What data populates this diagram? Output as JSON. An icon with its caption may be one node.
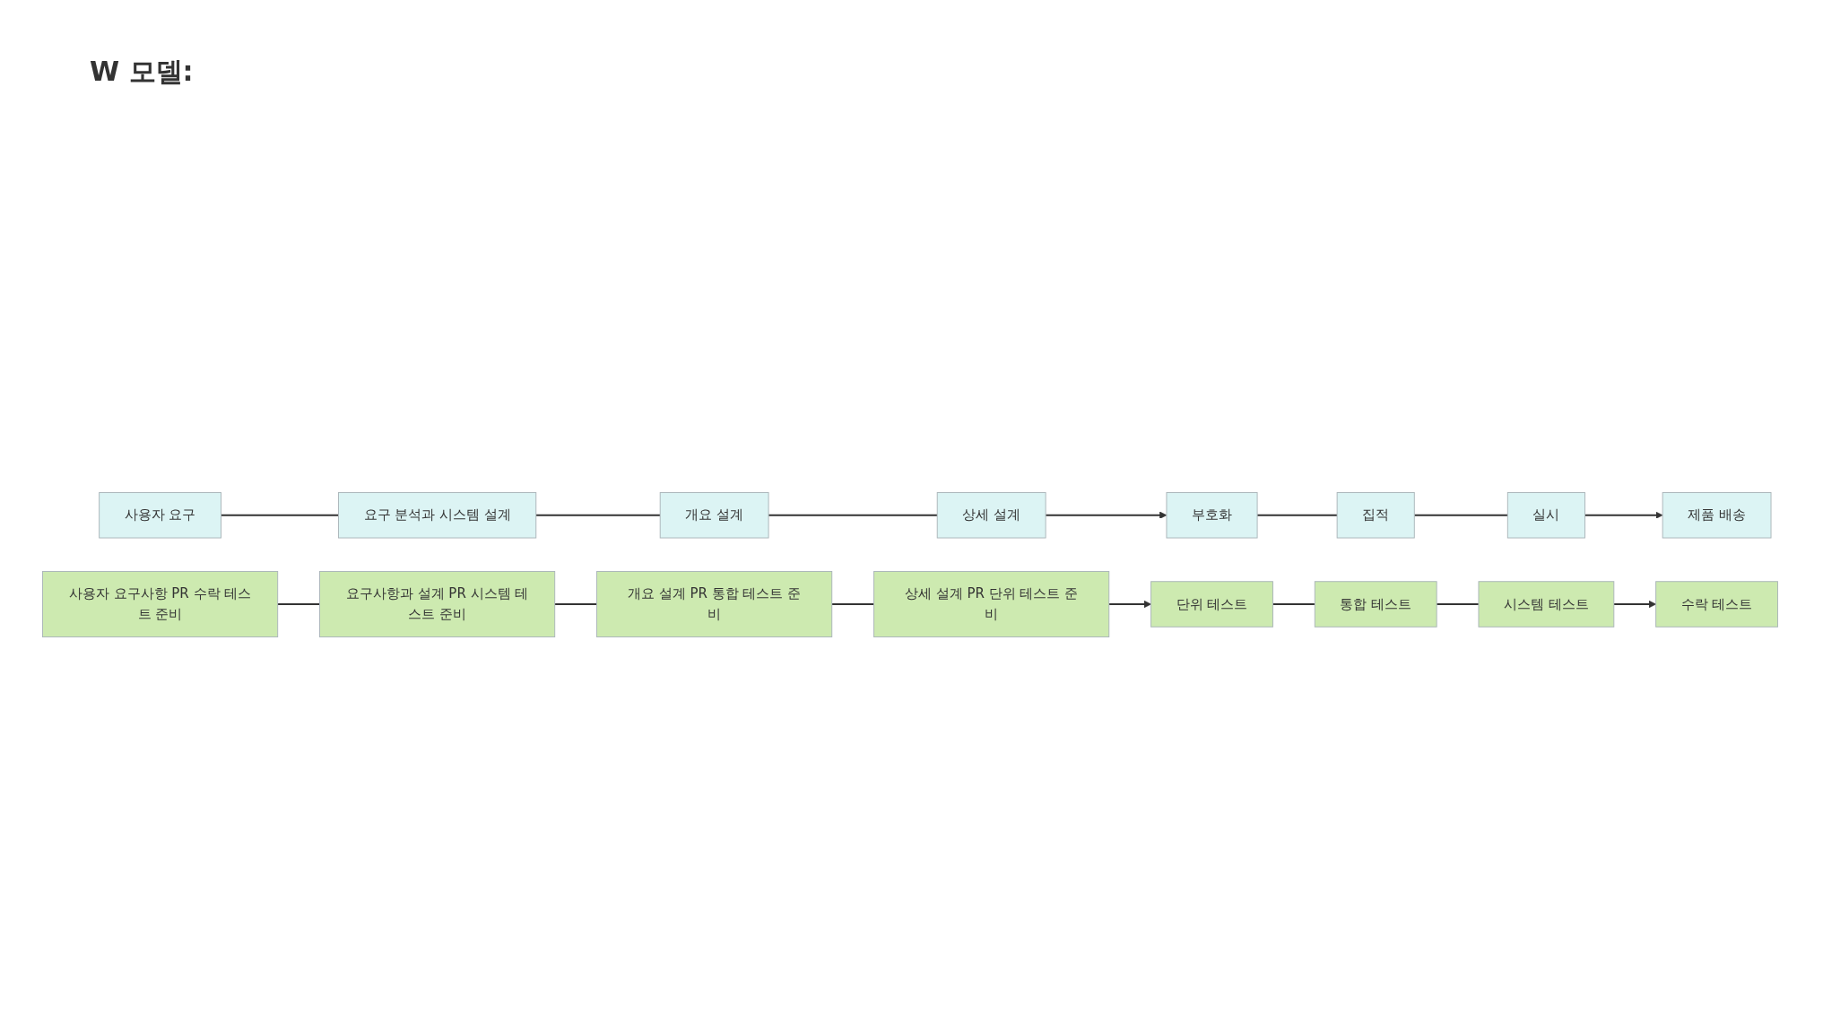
{
  "diagram": {
    "title": "W 모델:",
    "nodes": [
      {
        "text": [
          "사용자 요구"
        ]
      },
      {
        "text": [
          "요구 분석과 시스템 설계"
        ]
      },
      {
        "text": [
          "개요 설계"
        ]
      },
      {
        "text": [
          "상세 설계"
        ]
      },
      {
        "text": [
          "부호화"
        ]
      },
      {
        "text": [
          "집적"
        ]
      },
      {
        "text": [
          "실시"
        ]
      },
      {
        "text": [
          "제품 배송"
        ]
      },
      {
        "text": [
          "사용자 요구사항 PR 수락 테스트 준비"
        ]
      },
      {
        "text": [
          "요구사항과 설계 PR 시스템 테스트 준비"
        ]
      },
      {
        "text": [
          "개요 설계 PR 통합 테스트 준비"
        ]
      },
      {
        "text": [
          "상세 설계 PR 단위 테스트 준비"
        ]
      },
      {
        "text": [
          "단위 테스트"
        ]
      },
      {
        "text": [
          "통합 테스트"
        ]
      },
      {
        "text": [
          "시스템 테스트"
        ]
      },
      {
        "text": [
          "수락 테스트"
        ]
      }
    ],
    "edges": [
      {
        "from": 0,
        "to": 1,
        "arrow": "none"
      },
      {
        "from": 1,
        "to": 2,
        "arrow": "none"
      },
      {
        "from": 2,
        "to": 3,
        "arrow": "none"
      },
      {
        "from": 3,
        "to": 4,
        "arrow": "to"
      },
      {
        "from": 4,
        "to": 5,
        "arrow": "none"
      },
      {
        "from": 5,
        "to": 6,
        "arrow": "none"
      },
      {
        "from": 6,
        "to": 7,
        "arrow": "to"
      },
      {
        "from": 8,
        "to": 9,
        "arrow": "none"
      },
      {
        "from": 9,
        "to": 10,
        "arrow": "none"
      },
      {
        "from": 10,
        "to": 11,
        "arrow": "none"
      },
      {
        "from": 11,
        "to": 12,
        "arrow": "to"
      },
      {
        "from": 12,
        "to": 13,
        "arrow": "none"
      },
      {
        "from": 13,
        "to": 14,
        "arrow": "none"
      },
      {
        "from": 14,
        "to": 15,
        "arrow": "to"
      }
    ]
  }
}
